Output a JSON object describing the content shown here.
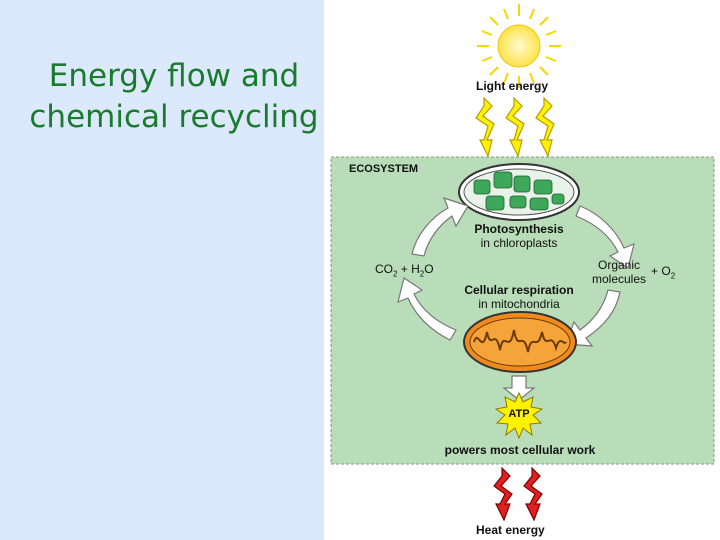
{
  "slide": {
    "title_line1": "Energy flow and",
    "title_line2": "chemical recycling"
  },
  "diagram": {
    "light_energy": "Light energy",
    "ecosystem": "ECOSYSTEM",
    "photosynthesis": "Photosynthesis",
    "in_chloroplasts": "in chloroplasts",
    "co2": "CO",
    "co2_sub": "2",
    "plus_h2o_pre": " + H",
    "h2o_sub": "2",
    "h2o_o": "O",
    "organic_line1": "Organic",
    "organic_line2": "molecules",
    "plus_o2_pre": "+ O",
    "o2_sub": "2",
    "cellular_respiration": "Cellular respiration",
    "in_mitochondria": "in mitochondria",
    "atp": "ATP",
    "powers_work": "powers most cellular work",
    "heat_energy": "Heat energy"
  },
  "colors": {
    "title": "#1a7a2e",
    "left_panel": "#dce8fb",
    "ecosystem_fill": "#b8ddb8",
    "sun": "#ffe24a",
    "light_arrow": "#fff200",
    "heat_arrow": "#e02020",
    "mitochondrion": "#f08a1c",
    "chloroplast": "#3ea85a"
  }
}
